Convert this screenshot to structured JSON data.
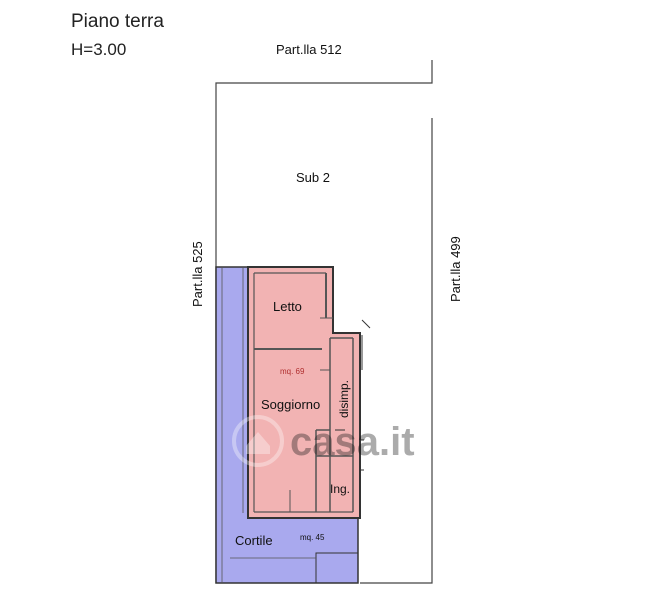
{
  "header": {
    "title": "Piano terra",
    "height": "H=3.00"
  },
  "labels": {
    "north": "Part.lla  512",
    "west": "Part.lla 525",
    "east": "Part.lla 499",
    "sub": "Sub 2"
  },
  "rooms": {
    "letto": "Letto",
    "soggiorno": "Soggiorno",
    "disimp": "disimp.",
    "ing": "Ing.",
    "cortile": "Cortile"
  },
  "areas": {
    "apartment": "mq. 69",
    "courtyard": "mq. 45"
  },
  "watermark": "casa.it",
  "colors": {
    "apartment_fill": "#f2b3b3",
    "courtyard_fill": "#a9a9ee",
    "wall": "#555555",
    "area_text": "#b03030"
  }
}
